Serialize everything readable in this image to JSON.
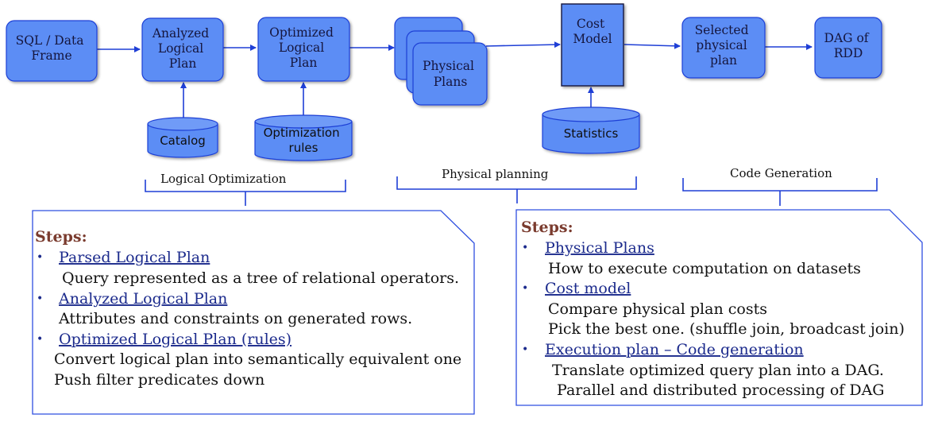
{
  "nodes": {
    "sql_dataframe": [
      "SQL / Data",
      "Frame"
    ],
    "analyzed_plan": [
      "Analyzed",
      "Logical",
      "Plan"
    ],
    "optimized_plan": [
      "Optimized",
      "Logical",
      "Plan"
    ],
    "physical_plans": [
      "Physical",
      "Plans"
    ],
    "cost_model": [
      "Cost",
      "Model"
    ],
    "selected_plan": [
      "Selected",
      "physical",
      "plan"
    ],
    "dag_rdd": [
      "DAG of",
      "RDD"
    ]
  },
  "databases": {
    "catalog": [
      "Catalog"
    ],
    "optimization_rules": [
      "Optimization",
      "rules"
    ],
    "statistics": [
      "Statistics"
    ]
  },
  "phases": {
    "logical": "Logical Optimization",
    "physical": "Physical planning",
    "codegen": "Code Generation"
  },
  "left_panel": {
    "title": "Steps:",
    "items": [
      {
        "title": "Parsed Logical Plan",
        "desc": [
          "Query represented as a tree of relational operators."
        ]
      },
      {
        "title": "Analyzed Logical Plan",
        "desc": [
          "Attributes and constraints on generated rows."
        ]
      },
      {
        "title": "Optimized Logical Plan (rules)",
        "desc": [
          "Convert logical plan into semantically equivalent one",
          "Push filter predicates down"
        ]
      }
    ]
  },
  "right_panel": {
    "title": "Steps:",
    "items": [
      {
        "title": "Physical Plans",
        "desc": [
          "How to execute  computation on datasets"
        ]
      },
      {
        "title": "Cost model",
        "desc": [
          "Compare physical plan costs",
          "Pick the best one. (shuffle join, broadcast join)"
        ]
      },
      {
        "title": "Execution plan – Code generation",
        "desc": [
          "Translate optimized query plan into a DAG.",
          " Parallel and distributed processing of DAG"
        ]
      }
    ]
  },
  "colors": {
    "node_fill": "#5b8df5",
    "node_stroke": "#1f3fd6",
    "arrow": "#1f3fd6",
    "panel_stroke": "#2f4fe0",
    "steps_title": "#7a3b2e",
    "link_text": "#1b2a8c"
  }
}
